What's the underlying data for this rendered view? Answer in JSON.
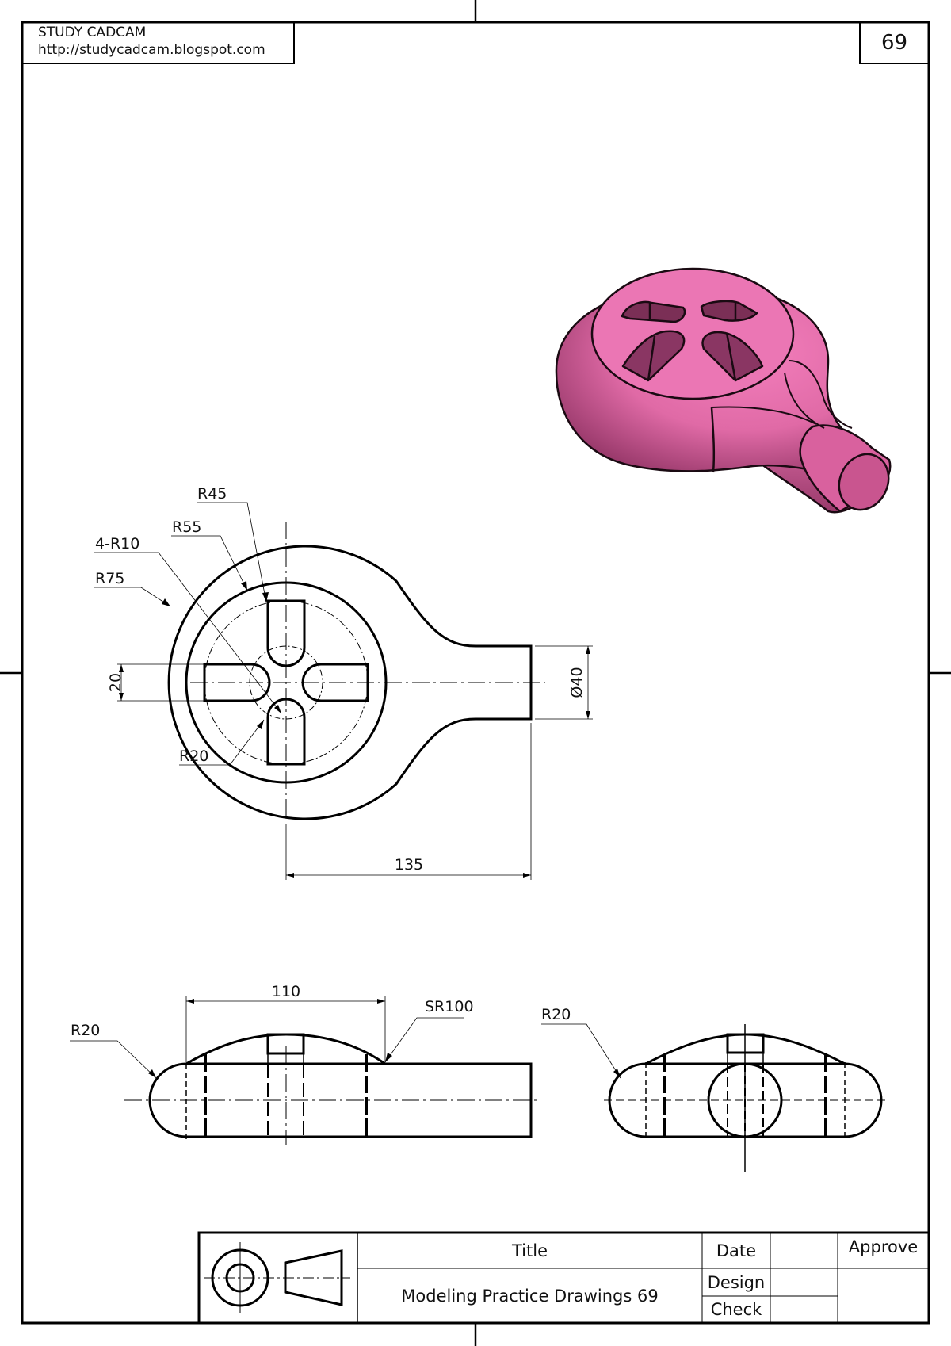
{
  "header": {
    "brand": "STUDY CADCAM",
    "url": "http://studycadcam.blogspot.com",
    "sheet_number": "69"
  },
  "top_view": {
    "dimensions": {
      "r45": "R45",
      "r55": "R55",
      "r10": "4-R10",
      "r75": "R75",
      "slot_width": "20",
      "r20": "R20",
      "shaft_dia": "Ø40",
      "length": "135"
    }
  },
  "front_view": {
    "dimensions": {
      "width": "110",
      "sphere": "SR100",
      "end_radius": "R20"
    }
  },
  "side_view": {
    "dimensions": {
      "end_radius": "R20"
    }
  },
  "isometric": {
    "colors": {
      "body": "#e873b0",
      "shade": "#9c3a6c",
      "hole": "#6e2a4c"
    }
  },
  "title_block": {
    "title_label": "Title",
    "title_value": "Modeling Practice Drawings 69",
    "date_label": "Date",
    "design_label": "Design",
    "check_label": "Check",
    "approve_label": "Approve",
    "date_value": "",
    "design_value": "",
    "check_value": "",
    "approve_value": ""
  }
}
